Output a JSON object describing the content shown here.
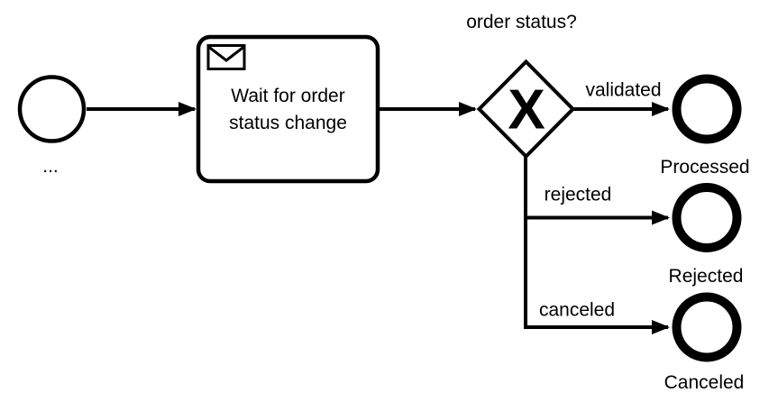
{
  "diagram": {
    "kind": "bpmn-process",
    "colors": {
      "stroke": "#000000",
      "fill": "#ffffff"
    },
    "start_event": {
      "label": "..."
    },
    "receive_task": {
      "label_lines": [
        "Wait for order",
        "status change"
      ],
      "icon": "message-envelope"
    },
    "gateway": {
      "question_label": "order status?",
      "marker": "X",
      "type": "exclusive"
    },
    "flows": [
      {
        "label": "validated",
        "target": "Processed"
      },
      {
        "label": "rejected",
        "target": "Rejected"
      },
      {
        "label": "canceled",
        "target": "Canceled"
      }
    ],
    "end_events": [
      {
        "label": "Processed"
      },
      {
        "label": "Rejected"
      },
      {
        "label": "Canceled"
      }
    ]
  }
}
